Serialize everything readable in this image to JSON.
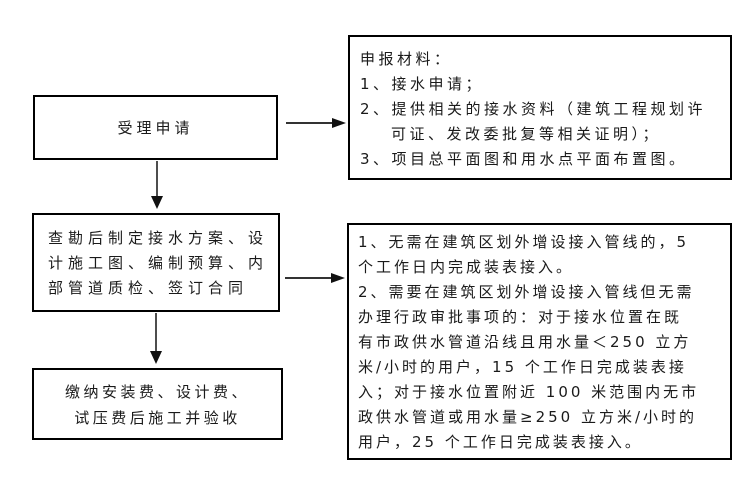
{
  "page": {
    "background": "#ffffff"
  },
  "colors": {
    "box_border": "#000000",
    "text": "#1a1a1a",
    "arrow": "#333333"
  },
  "flowchart": {
    "nodes": {
      "accept_application": {
        "label": "受理申请"
      },
      "application_materials": {
        "lines": [
          "申报材料：",
          "1、接水申请；",
          "2、提供相关的接水资料（建筑工程规划许",
          "可证、发改委批复等相关证明）；",
          "3、项目总平面图和用水点平面布置图。"
        ]
      },
      "survey_plan": {
        "lines": [
          "查勘后制定接水方案、设",
          "计施工图、编制预算、内",
          "部管道质检、签订合同"
        ]
      },
      "connection_timeline": {
        "lines": [
          "1、无需在建筑区划外增设接入管线的，5",
          "个工作日内完成装表接入。",
          "2、需要在建筑区划外增设接入管线但无需",
          "办理行政审批事项的：对于接水位置在既",
          "有市政供水管道沿线且用水量＜250 立方",
          "米/小时的用户，15 个工作日完成装表接",
          "入；对于接水位置附近 100 米范围内无市",
          "政供水管道或用水量≥250 立方米/小时的",
          "用户，25 个工作日完成装表接入。"
        ]
      },
      "payment_construction": {
        "lines": [
          "缴纳安装费、设计费、",
          "试压费后施工并验收"
        ]
      }
    }
  }
}
